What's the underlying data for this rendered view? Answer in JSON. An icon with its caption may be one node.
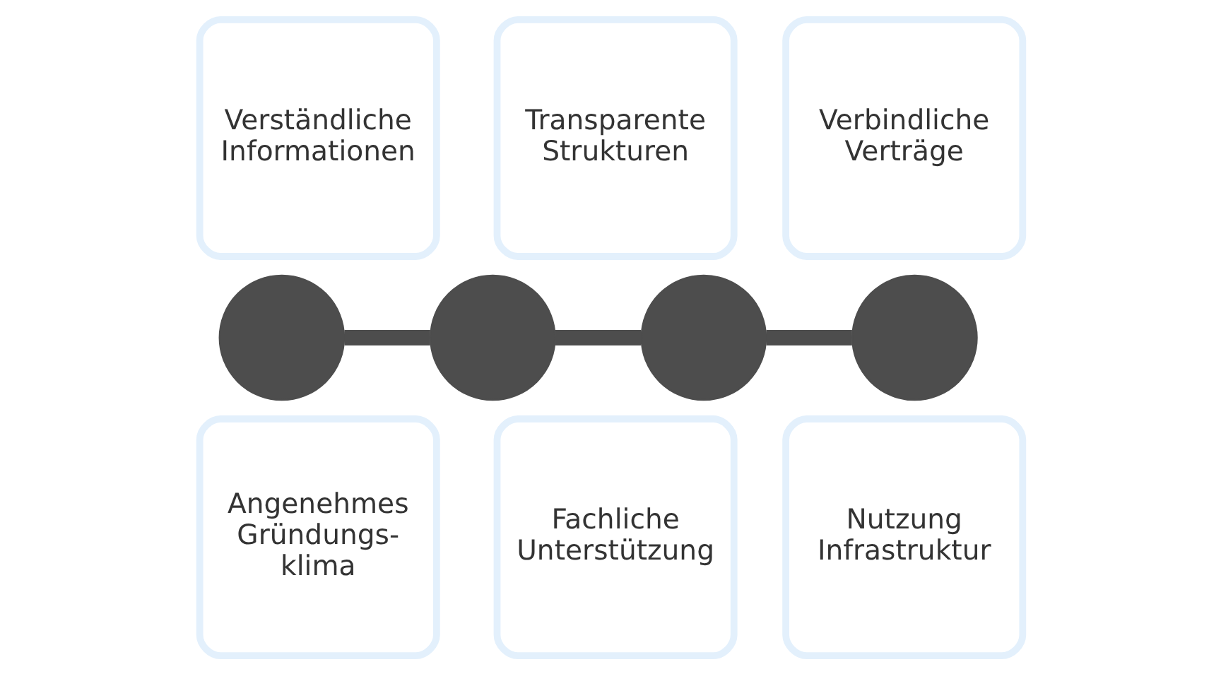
{
  "diagram": {
    "nodes": [
      {
        "text": [
          "Verständliche Informationen"
        ]
      },
      {
        "text": [
          "Transparente Strukturen"
        ]
      },
      {
        "text": [
          "Verbindliche Verträge"
        ]
      },
      {
        "text": [],
        "shape": "circle"
      },
      {
        "text": [],
        "shape": "circle"
      },
      {
        "text": [],
        "shape": "circle"
      },
      {
        "text": [],
        "shape": "circle"
      },
      {
        "text": [
          "Angenehmes Gründungs- klima"
        ]
      },
      {
        "text": [
          "Fachliche Unterstützung"
        ]
      },
      {
        "text": [
          "Nutzung Infrastruktur"
        ]
      }
    ],
    "edges": [
      {
        "from": 3,
        "to": 4,
        "arrow": "none"
      },
      {
        "from": 4,
        "to": 5,
        "arrow": "none"
      },
      {
        "from": 5,
        "to": 6,
        "arrow": "none"
      }
    ]
  }
}
